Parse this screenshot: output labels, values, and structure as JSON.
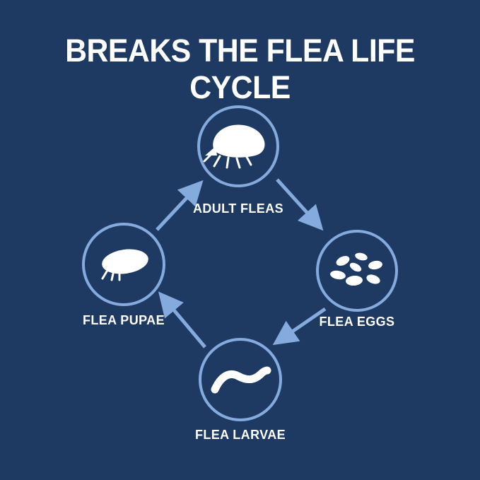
{
  "title": "BREAKS THE FLEA LIFE CYCLE",
  "colors": {
    "background": "#1e3a62",
    "accent": "#85aadd",
    "icon_and_text": "#ffffff"
  },
  "diagram": {
    "type": "cycle",
    "nodes": [
      {
        "id": "adult-fleas",
        "label": "ADULT FLEAS",
        "icon": "flea-icon",
        "position": "top"
      },
      {
        "id": "flea-eggs",
        "label": "FLEA EGGS",
        "icon": "eggs-icon",
        "position": "right"
      },
      {
        "id": "flea-larvae",
        "label": "FLEA LARVAE",
        "icon": "larva-icon",
        "position": "bottom"
      },
      {
        "id": "flea-pupae",
        "label": "FLEA PUPAE",
        "icon": "pupa-icon",
        "position": "left"
      }
    ],
    "edges": [
      {
        "from": "flea-pupae",
        "to": "adult-fleas"
      },
      {
        "from": "adult-fleas",
        "to": "flea-eggs"
      },
      {
        "from": "flea-eggs",
        "to": "flea-larvae"
      },
      {
        "from": "flea-larvae",
        "to": "flea-pupae"
      }
    ]
  }
}
